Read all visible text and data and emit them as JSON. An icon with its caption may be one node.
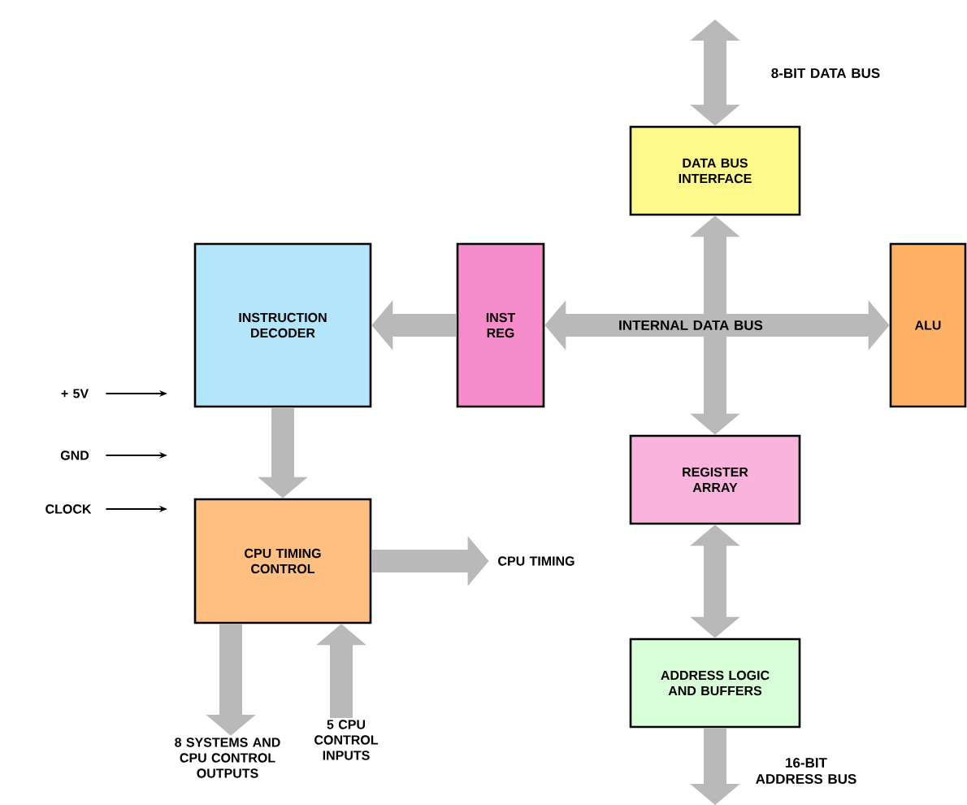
{
  "diagram": {
    "nodes": [
      {
        "text": [
          "DATA BUS INTERFACE"
        ]
      },
      {
        "text": [
          "INSTRUCTION DECODER"
        ]
      },
      {
        "text": [
          "INST REG"
        ]
      },
      {
        "text": [
          "ALU"
        ]
      },
      {
        "text": [
          "REGISTER ARRAY"
        ]
      },
      {
        "text": [
          "ADDRESS LOGIC AND BUFFERS"
        ]
      },
      {
        "text": [
          "CPU TIMING CONTROL"
        ]
      },
      {
        "text": [
          "CPU TIMING"
        ]
      },
      {
        "text": [
          "8 SYSTEMS AND CPU CONTROL OUTPUTS"
        ]
      },
      {
        "text": [
          "5 CPU CONTROL INPUTS"
        ]
      },
      {
        "text": [
          "+ 5V"
        ]
      },
      {
        "text": [
          "GND"
        ]
      },
      {
        "text": [
          "CLOCK"
        ]
      }
    ],
    "edges": [
      {
        "from": null,
        "to": 0,
        "arrow": "both",
        "label": "8-BIT DATA BUS"
      },
      {
        "from": 2,
        "to": 1,
        "arrow": "to"
      },
      {
        "from": 2,
        "to": 3,
        "arrow": "both",
        "label": "INTERNAL DATA BUS"
      },
      {
        "from": 0,
        "to": 4,
        "arrow": "both"
      },
      {
        "from": 1,
        "to": 6,
        "arrow": "to"
      },
      {
        "from": 6,
        "to": 7,
        "arrow": "to"
      },
      {
        "from": 6,
        "to": 8,
        "arrow": "to"
      },
      {
        "from": 9,
        "to": 6,
        "arrow": "to"
      },
      {
        "from": 4,
        "to": 5,
        "arrow": "both"
      },
      {
        "from": 5,
        "to": null,
        "arrow": "to",
        "label": "16-BIT ADDRESS BUS"
      },
      {
        "from": 10,
        "to": null,
        "arrow": "to",
        "color": "#000000"
      },
      {
        "from": 11,
        "to": null,
        "arrow": "to",
        "color": "#000000"
      },
      {
        "from": 12,
        "to": null,
        "arrow": "to",
        "color": "#000000"
      }
    ]
  }
}
